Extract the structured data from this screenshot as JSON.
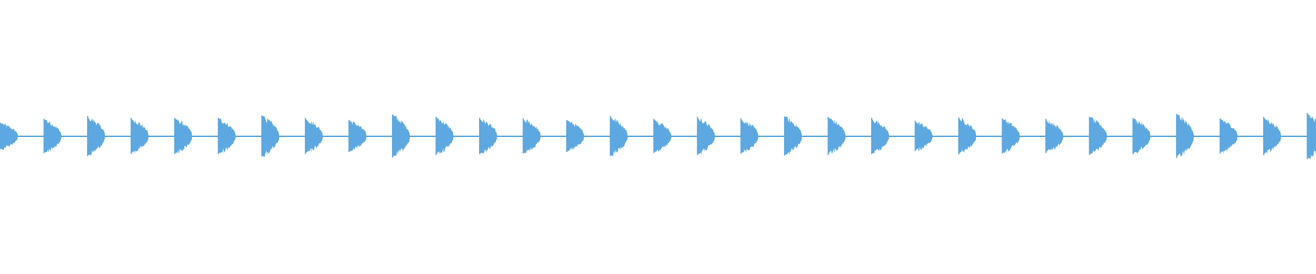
{
  "waveform": {
    "color": "#5DA8E0",
    "background": "#FFFFFF",
    "burst_count": 31,
    "burst_amplitudes": [
      0.52,
      0.68,
      0.8,
      0.72,
      0.72,
      0.72,
      0.82,
      0.72,
      0.64,
      0.86,
      0.76,
      0.72,
      0.7,
      0.64,
      0.8,
      0.68,
      0.76,
      0.7,
      0.78,
      0.76,
      0.72,
      0.6,
      0.74,
      0.7,
      0.68,
      0.76,
      0.72,
      0.88,
      0.7,
      0.76,
      0.92
    ],
    "silence_amplitude": 0.04
  }
}
